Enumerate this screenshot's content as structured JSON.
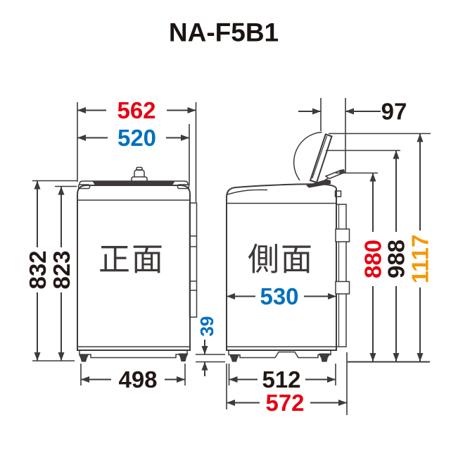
{
  "title": "NA-F5B1",
  "views": {
    "front": {
      "label": "正面"
    },
    "side": {
      "label": "側面"
    }
  },
  "dimensions": {
    "front_overall_width": {
      "value": "562",
      "color": "red"
    },
    "front_body_width": {
      "value": "520",
      "color": "blue"
    },
    "front_overall_height": {
      "value": "832",
      "color": "black"
    },
    "front_body_height": {
      "value": "823",
      "color": "black"
    },
    "front_feet_span": {
      "value": "498",
      "color": "black"
    },
    "lid_back_protrusion": {
      "value": "97",
      "color": "black"
    },
    "side_body_depth": {
      "value": "530",
      "color": "blue"
    },
    "base_clearance": {
      "value": "39",
      "color": "blue"
    },
    "side_feet_span": {
      "value": "512",
      "color": "black"
    },
    "side_overall_depth": {
      "value": "572",
      "color": "red"
    },
    "height_lid_hinge": {
      "value": "880",
      "color": "red"
    },
    "height_lid_mid": {
      "value": "988",
      "color": "black"
    },
    "height_lid_top": {
      "value": "1117",
      "color": "orange"
    }
  },
  "colors": {
    "red": "#e60012",
    "blue": "#0071bc",
    "orange": "#f39800",
    "black": "#231815",
    "line": "#3e3a39"
  }
}
